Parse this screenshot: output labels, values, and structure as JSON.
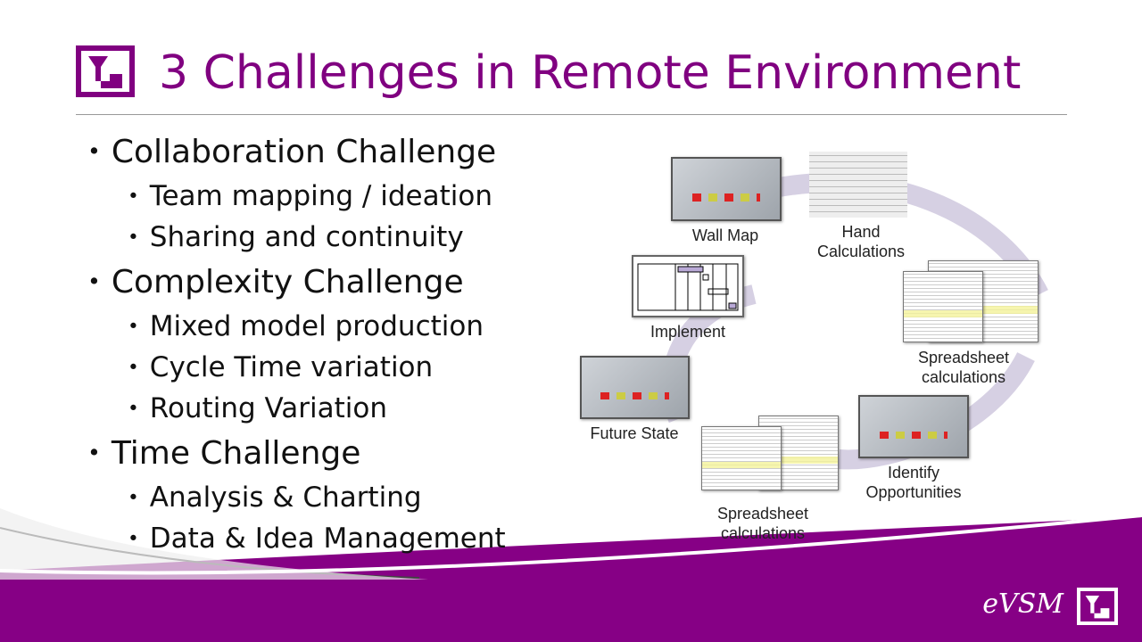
{
  "title": "3 Challenges in Remote Environment",
  "bullets": [
    {
      "text": "Collaboration Challenge",
      "sub": [
        "Team mapping / ideation",
        "Sharing and continuity"
      ]
    },
    {
      "text": "Complexity Challenge",
      "sub": [
        "Mixed model production",
        "Cycle Time variation",
        "Routing Variation"
      ]
    },
    {
      "text": "Time Challenge",
      "sub": [
        "Analysis & Charting",
        "Data & Idea Management"
      ]
    }
  ],
  "cycle": [
    "Wall Map",
    "Hand\nCalculations",
    "Spreadsheet\ncalculations",
    "Identify\nOpportunities",
    "Spreadsheet\ncalculations",
    "Future State",
    "Implement"
  ],
  "brand": "eVSM",
  "colors": {
    "accent": "#800080",
    "arrow": "#d6d0e3"
  }
}
